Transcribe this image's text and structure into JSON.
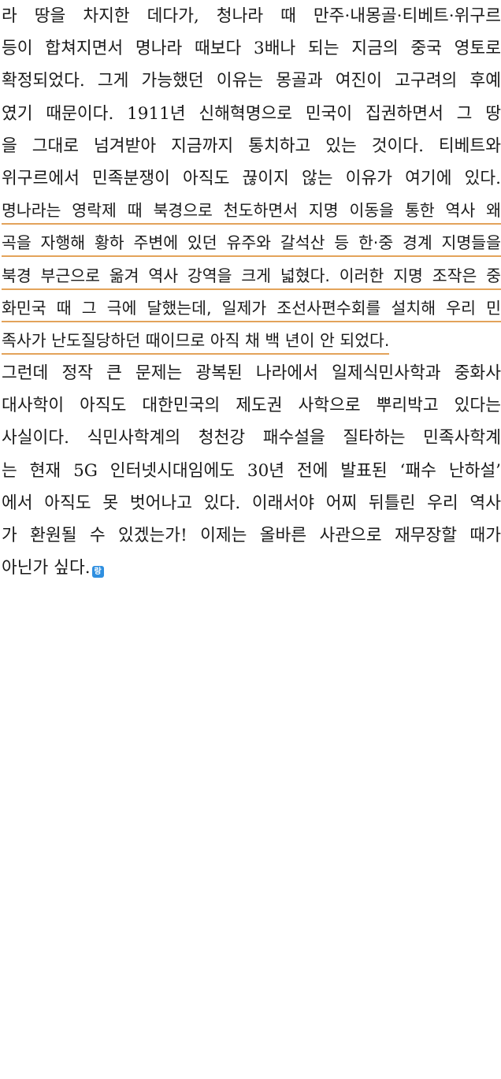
{
  "article": {
    "paragraph1": [
      "라 땅을 차지한 데다가, 청나라 때 만주·내몽골·티베트·위구르",
      "등이 합쳐지면서 명나라 때보다 3배나 되는 지금의 중국 영토로",
      "확정되었다. 그게 가능했던 이유는 몽골과 여진이 고구려의 후예",
      "였기 때문이다. 1911년 신해혁명으로 민국이 집권하면서 그 땅",
      "을 그대로 넘겨받아 지금까지 통치하고 있는 것이다. 티베트와",
      "위구르에서 민족분쟁이 아직도 끊이지 않는 이유가 여기에 있다."
    ],
    "highlight": [
      "명나라는 영락제 때 북경으로 천도하면서 지명 이동을 통한 역사 왜",
      "곡을 자행해 황하 주변에 있던 유주와 갈석산 등 한·중 경계 지명들을",
      "북경 부근으로 옮겨 역사 강역을 크게 넓혔다. 이러한 지명 조작은 중",
      "화민국 때 그 극에 달했는데, 일제가 조선사편수회를 설치해 우리 민",
      "족사가 난도질당하던 때이므로 아직 채 백 년이 안 되었다."
    ],
    "paragraph2": [
      "그런데 정작 큰 문제는 광복된 나라에서 일제식민사학과 중화사",
      "대사학이 아직도 대한민국의 제도권 사학으로 뿌리박고 있다는",
      "사실이다. 식민사학계의 청천강 패수설을 질타하는 민족사학계",
      "는 현재 5G 인터넷시대임에도 30년 전에 발표된 ‘패수 난하설’",
      "에서 아직도 못 벗어나고 있다. 이래서야 어찌 뒤틀린 우리 역사",
      "가 환원될 수 있겠는가! 이제는 올바른 사관으로 재무장할 때가",
      "아닌가 싶다."
    ],
    "end_mark": "랑",
    "colors": {
      "text": "#1a1a1a",
      "highlight_underline": "#e3a35a",
      "end_mark": "#2f8fe0"
    }
  }
}
